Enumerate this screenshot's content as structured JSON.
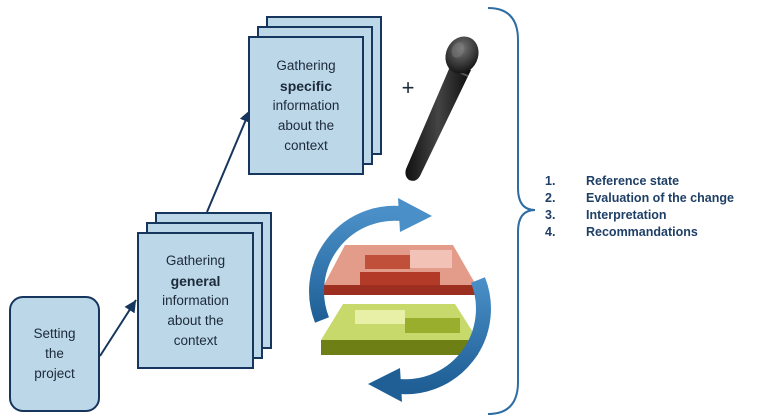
{
  "boxes": {
    "setting": {
      "line1": "Setting",
      "line2": "the",
      "line3": "project"
    },
    "general": {
      "line1": "Gathering",
      "keyword": "general",
      "line3": "information",
      "line4": "about the",
      "line5": "context"
    },
    "specific": {
      "line1": "Gathering",
      "keyword": "specific",
      "line3": "information",
      "line4": "about the",
      "line5": "context"
    }
  },
  "plus_sign": "+",
  "icons": {
    "microphone": "microphone-icon",
    "cycle": "cycle-arrows-icon"
  },
  "steps": [
    {
      "num": "1.",
      "label": "Reference state"
    },
    {
      "num": "2.",
      "label": "Evaluation of the change"
    },
    {
      "num": "3.",
      "label": "Interpretation"
    },
    {
      "num": "4.",
      "label": "Recommandations"
    }
  ],
  "colors": {
    "box_fill": "#bcd7e8",
    "box_border": "#17365d",
    "step_text": "#1f3f66",
    "brace": "#2e6da4"
  }
}
